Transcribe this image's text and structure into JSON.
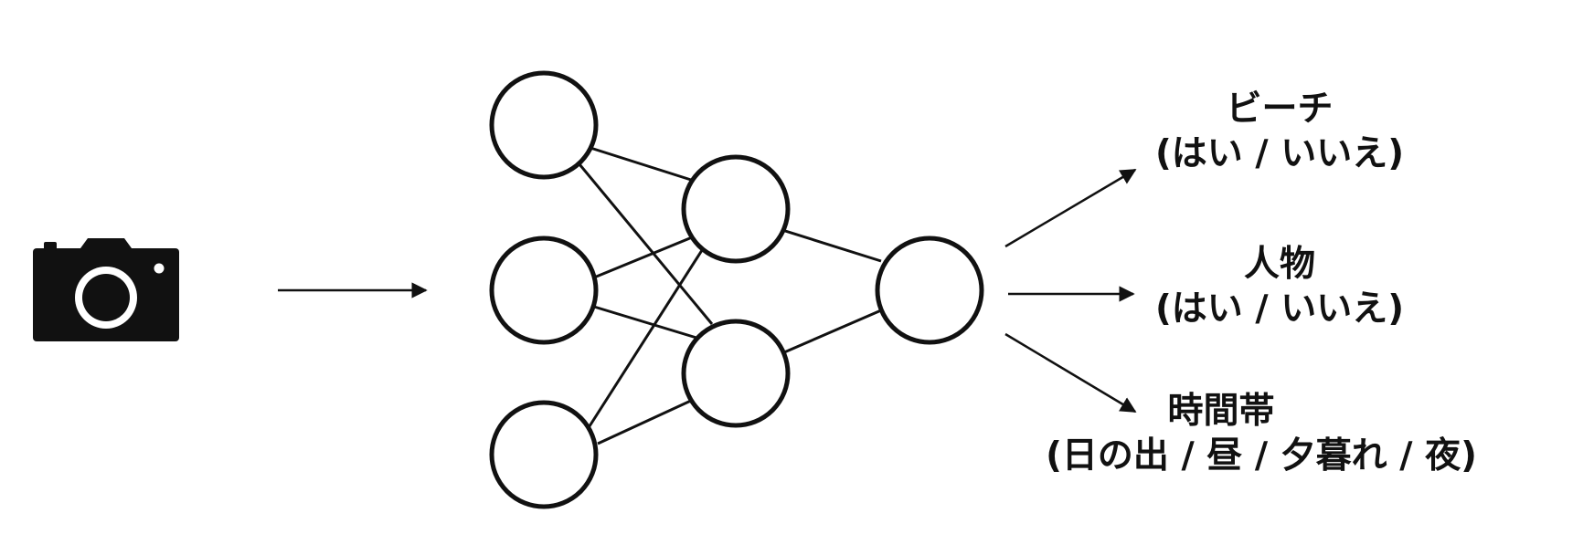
{
  "diagram": {
    "input_icon": "camera-icon",
    "network": {
      "layers": [
        3,
        2,
        1
      ]
    },
    "outputs": [
      {
        "title": "ビーチ",
        "options": "(はい / いいえ)"
      },
      {
        "title": "人物",
        "options": "(はい / いいえ)"
      },
      {
        "title": "時間帯",
        "options": "(日の出 / 昼 / 夕暮れ / 夜)"
      }
    ],
    "colors": {
      "stroke": "#111111",
      "background": "#ffffff"
    }
  }
}
